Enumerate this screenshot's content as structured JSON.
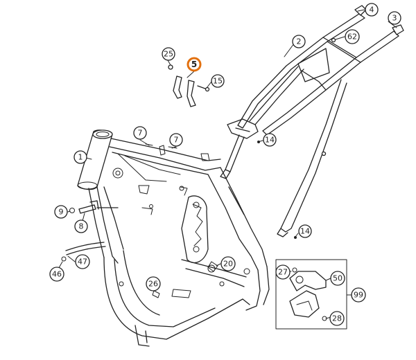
{
  "callouts": [
    {
      "id": "1",
      "label": "1"
    },
    {
      "id": "2",
      "label": "2"
    },
    {
      "id": "3",
      "label": "3"
    },
    {
      "id": "4",
      "label": "4"
    },
    {
      "id": "5",
      "label": "5",
      "highlight": true,
      "color": "#e2700f"
    },
    {
      "id": "7a",
      "label": "7"
    },
    {
      "id": "7b",
      "label": "7"
    },
    {
      "id": "8",
      "label": "8"
    },
    {
      "id": "9",
      "label": "9"
    },
    {
      "id": "14a",
      "label": "14"
    },
    {
      "id": "14b",
      "label": "14"
    },
    {
      "id": "15",
      "label": "15"
    },
    {
      "id": "20",
      "label": "20"
    },
    {
      "id": "25",
      "label": "25"
    },
    {
      "id": "26",
      "label": "26"
    },
    {
      "id": "27",
      "label": "27"
    },
    {
      "id": "28",
      "label": "28"
    },
    {
      "id": "46",
      "label": "46"
    },
    {
      "id": "47",
      "label": "47"
    },
    {
      "id": "50",
      "label": "50"
    },
    {
      "id": "62",
      "label": "62"
    },
    {
      "id": "99",
      "label": "99"
    }
  ]
}
